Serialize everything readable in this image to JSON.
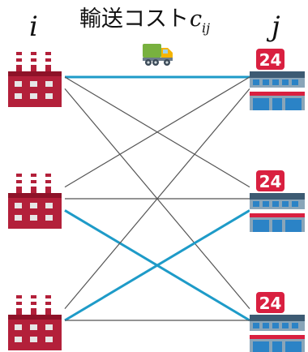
{
  "title": {
    "text": "輸送コスト",
    "symbol": "c",
    "subscript": "ij"
  },
  "source_label": "i",
  "destination_label": "j",
  "store_badge": "24",
  "icons": {
    "header": "delivery-truck-icon",
    "source": "factory-icon",
    "destination": "convenience-store-icon"
  },
  "colors": {
    "highlight_edge": "#1e9bc8",
    "normal_edge": "#555555",
    "factory": "#b3203a",
    "store_badge": "#d92040"
  },
  "sources": [
    "factory-1",
    "factory-2",
    "factory-3"
  ],
  "destinations": [
    "store-1",
    "store-2",
    "store-3"
  ],
  "edges": [
    {
      "from": 0,
      "to": 0,
      "highlight": true
    },
    {
      "from": 0,
      "to": 1,
      "highlight": false
    },
    {
      "from": 0,
      "to": 2,
      "highlight": false
    },
    {
      "from": 1,
      "to": 0,
      "highlight": false
    },
    {
      "from": 1,
      "to": 1,
      "highlight": false
    },
    {
      "from": 1,
      "to": 2,
      "highlight": true
    },
    {
      "from": 2,
      "to": 0,
      "highlight": false
    },
    {
      "from": 2,
      "to": 1,
      "highlight": true
    },
    {
      "from": 2,
      "to": 2,
      "highlight": false
    }
  ]
}
